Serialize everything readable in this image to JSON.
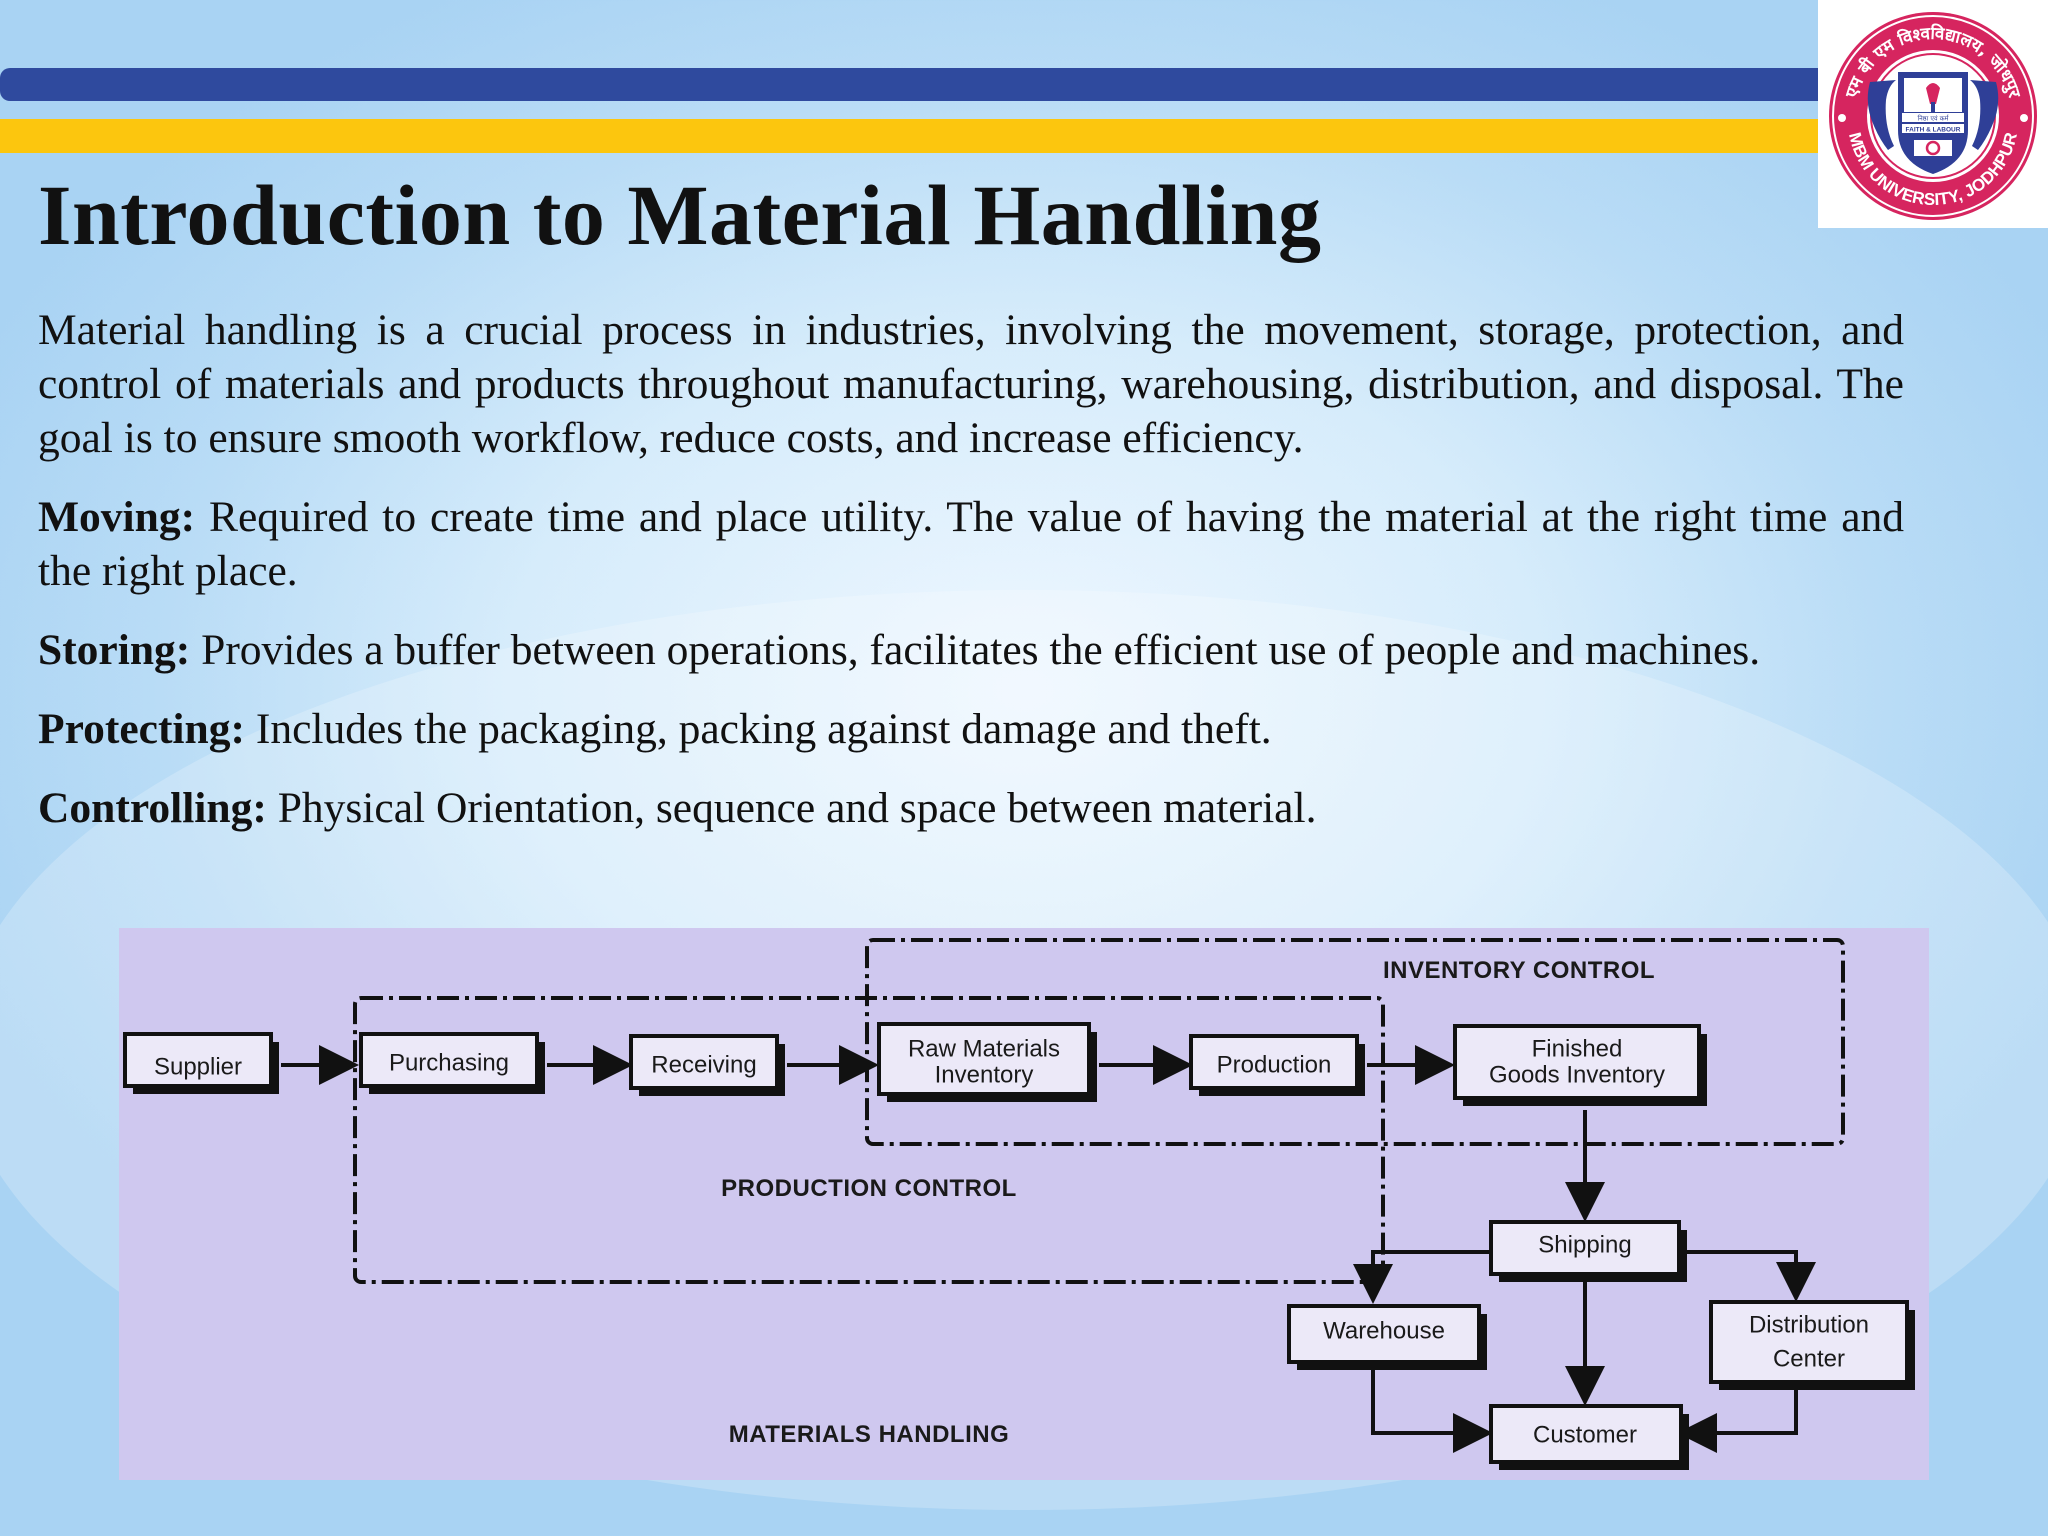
{
  "header": {
    "title": "Introduction to Material Handling",
    "logo": {
      "icon": "university-seal",
      "ring_top_text": "एम बी एम विश्वविद्यालय, जोधपुर",
      "ring_bottom_text": "MBM UNIVERSITY, JODHPUR",
      "motto_hindi": "निष्ठा एवं कर्म",
      "motto_english": "FAITH & LABOUR"
    },
    "colors": {
      "blue_bar": "#2f4a9e",
      "yellow_bar": "#fcc60e",
      "seal_ring": "#d6255f"
    }
  },
  "intro": "Material handling is a crucial process in industries, involving the movement, storage, protection, and control of materials and products throughout manufacturing, warehousing, distribution, and disposal. The goal is to ensure smooth workflow, reduce costs, and increase efficiency.",
  "points": [
    {
      "term": "Moving:",
      "text": "Required to create time and place utility. The value of having the material at the right time and the right place."
    },
    {
      "term": "Storing:",
      "text": "Provides a buffer between operations, facilitates the efficient use of people and machines."
    },
    {
      "term": "Protecting:",
      "text": "Includes the packaging, packing against damage and theft."
    },
    {
      "term": "Controlling:",
      "text": "Physical Orientation, sequence and space between material."
    }
  ],
  "diagram": {
    "nodes": {
      "supplier": "Supplier",
      "purchasing": "Purchasing",
      "receiving": "Receiving",
      "raw_materials_1": "Raw Materials",
      "raw_materials_2": "Inventory",
      "production": "Production",
      "finished_1": "Finished",
      "finished_2": "Goods Inventory",
      "shipping": "Shipping",
      "warehouse": "Warehouse",
      "distribution_1": "Distribution",
      "distribution_2": "Center",
      "customer": "Customer"
    },
    "groups": {
      "inventory_control": "INVENTORY CONTROL",
      "production_control": "PRODUCTION CONTROL",
      "materials_handling": "MATERIALS HANDLING"
    },
    "colors": {
      "background": "#cfc8ef"
    }
  }
}
